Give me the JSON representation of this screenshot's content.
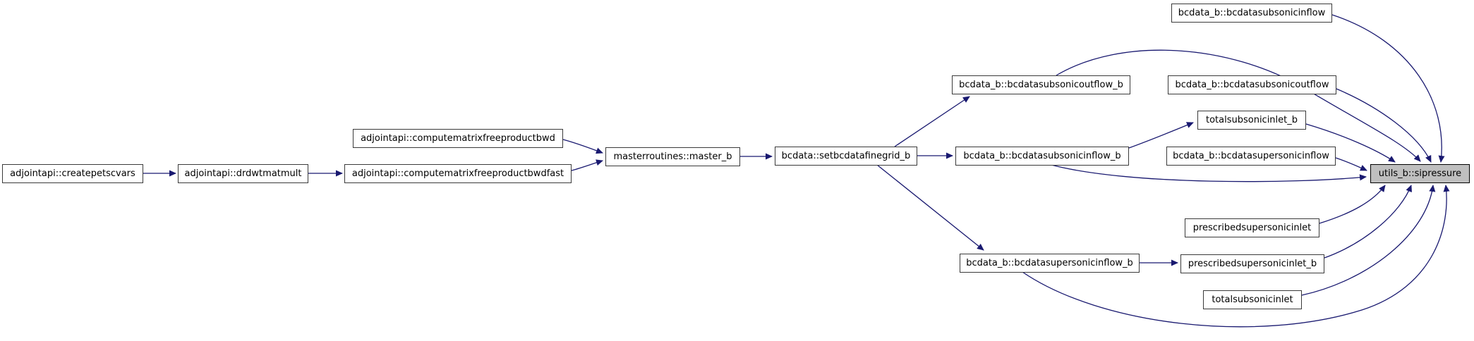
{
  "diagram": {
    "type": "call-graph",
    "edge_color": "#191970",
    "highlight_fill": "#bfbfbf",
    "box_fill": "#ffffff",
    "box_border": "#3a3a3a",
    "nodes": [
      {
        "id": "createpetscvars",
        "label": "adjointapi::createpetscvars",
        "highlighted": false
      },
      {
        "id": "drdwtmatmult",
        "label": "adjointapi::drdwtmatmult",
        "highlighted": false
      },
      {
        "id": "computematrixfreeproductbwd",
        "label": "adjointapi::computematrixfreeproductbwd",
        "highlighted": false
      },
      {
        "id": "computematrixfreeproductbwdfast",
        "label": "adjointapi::computematrixfreeproductbwdfast",
        "highlighted": false
      },
      {
        "id": "master_b",
        "label": "masterroutines::master_b",
        "highlighted": false
      },
      {
        "id": "setbcdatafinegrid_b",
        "label": "bcdata::setbcdatafinegrid_b",
        "highlighted": false
      },
      {
        "id": "bcdatasubsonicoutflow_b",
        "label": "bcdata_b::bcdatasubsonicoutflow_b",
        "highlighted": false
      },
      {
        "id": "bcdatasubsonicinflow_b",
        "label": "bcdata_b::bcdatasubsonicinflow_b",
        "highlighted": false
      },
      {
        "id": "bcdatasupersonicinflow_b",
        "label": "bcdata_b::bcdatasupersonicinflow_b",
        "highlighted": false
      },
      {
        "id": "bcdatasubsonicinflow",
        "label": "bcdata_b::bcdatasubsonicinflow",
        "highlighted": false
      },
      {
        "id": "bcdatasubsonicoutflow",
        "label": "bcdata_b::bcdatasubsonicoutflow",
        "highlighted": false
      },
      {
        "id": "totalsubsonicinlet_b",
        "label": "totalsubsonicinlet_b",
        "highlighted": false
      },
      {
        "id": "bcdatasupersonicinflow",
        "label": "bcdata_b::bcdatasupersonicinflow",
        "highlighted": false
      },
      {
        "id": "sipressure",
        "label": "utils_b::sipressure",
        "highlighted": true
      },
      {
        "id": "prescribedsupersonicinlet",
        "label": "prescribedsupersonicinlet",
        "highlighted": false
      },
      {
        "id": "prescribedsupersonicinlet_b",
        "label": "prescribedsupersonicinlet_b",
        "highlighted": false
      },
      {
        "id": "totalsubsonicinlet",
        "label": "totalsubsonicinlet",
        "highlighted": false
      }
    ],
    "edges": [
      {
        "from": "createpetscvars",
        "to": "drdwtmatmult"
      },
      {
        "from": "drdwtmatmult",
        "to": "computematrixfreeproductbwdfast"
      },
      {
        "from": "computematrixfreeproductbwd",
        "to": "master_b"
      },
      {
        "from": "computematrixfreeproductbwdfast",
        "to": "master_b"
      },
      {
        "from": "master_b",
        "to": "setbcdatafinegrid_b"
      },
      {
        "from": "setbcdatafinegrid_b",
        "to": "bcdatasubsonicoutflow_b"
      },
      {
        "from": "setbcdatafinegrid_b",
        "to": "bcdatasubsonicinflow_b"
      },
      {
        "from": "setbcdatafinegrid_b",
        "to": "bcdatasupersonicinflow_b"
      },
      {
        "from": "bcdatasubsonicinflow_b",
        "to": "totalsubsonicinlet_b"
      },
      {
        "from": "bcdatasupersonicinflow_b",
        "to": "prescribedsupersonicinlet_b"
      },
      {
        "from": "bcdatasubsonicinflow",
        "to": "sipressure"
      },
      {
        "from": "bcdatasubsonicoutflow",
        "to": "sipressure"
      },
      {
        "from": "bcdatasubsonicoutflow_b",
        "to": "sipressure"
      },
      {
        "from": "totalsubsonicinlet_b",
        "to": "sipressure"
      },
      {
        "from": "bcdatasupersonicinflow",
        "to": "sipressure"
      },
      {
        "from": "bcdatasubsonicinflow_b",
        "to": "sipressure"
      },
      {
        "from": "prescribedsupersonicinlet",
        "to": "sipressure"
      },
      {
        "from": "prescribedsupersonicinlet_b",
        "to": "sipressure"
      },
      {
        "from": "totalsubsonicinlet",
        "to": "sipressure"
      },
      {
        "from": "bcdatasupersonicinflow_b",
        "to": "sipressure"
      }
    ]
  }
}
